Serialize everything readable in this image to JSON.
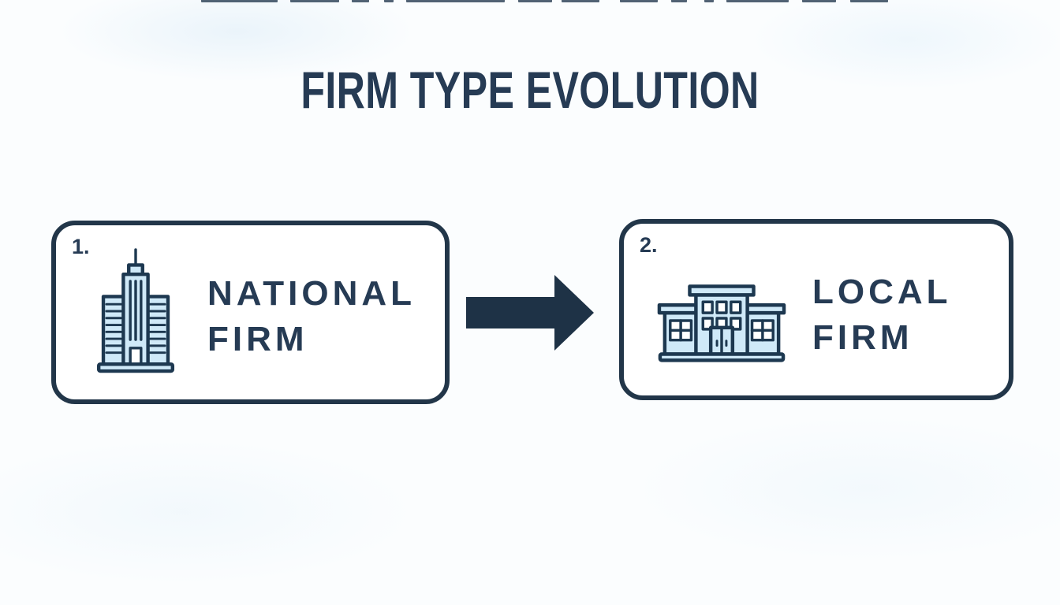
{
  "title": "FIRM TYPE EVOLUTION",
  "steps": [
    {
      "number": "1.",
      "label_lines": [
        "NATIONAL",
        "FIRM"
      ],
      "icon": "skyscraper-icon"
    },
    {
      "number": "2.",
      "label_lines": [
        "LOCAL",
        "FIRM"
      ],
      "icon": "office-building-icon"
    }
  ],
  "connector": {
    "type": "arrow-right"
  },
  "colors": {
    "navy_text": "#263b54",
    "navy_border": "#223649",
    "navy_arrow": "#1e3246",
    "icon_fill": "#cfe9f8",
    "icon_stroke": "#1d3850",
    "window_fill": "#ffffff",
    "card_background": "#ffffff",
    "page_background": "#fbfdfe"
  }
}
